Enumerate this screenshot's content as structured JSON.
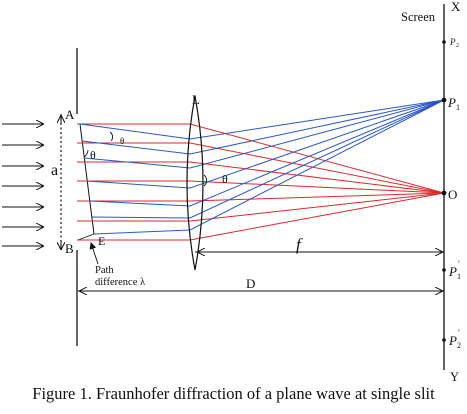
{
  "figure": {
    "caption": "Figure 1. Fraunhofer diffraction of a plane wave at single slit",
    "labels": {
      "screen": "Screen",
      "x_axis": "X",
      "y_axis": "Y",
      "lens": "L",
      "slit_top": "A",
      "slit_bottom": "B",
      "edge_point": "E",
      "slit_width": "a",
      "angle": "θ",
      "path_line1": "Path",
      "path_line2": "difference λ",
      "focal_length": "f",
      "distance": "D",
      "center_point": "O",
      "p1": "P",
      "p1_sub": "1",
      "p2": "P",
      "p2_sub": "2",
      "p1_prime": "P",
      "p1_prime_sub": "1",
      "p1_prime_sup": "′",
      "p2_prime": "P",
      "p2_prime_sub": "2",
      "p2_prime_sup": "′"
    },
    "colors": {
      "red_rays": "#e0272d",
      "blue_rays": "#2a57c6",
      "ink": "#111111"
    }
  }
}
